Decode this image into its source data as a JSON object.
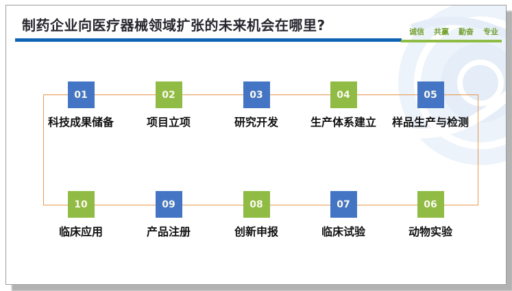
{
  "header": {
    "title": "制药企业向医疗器械领域扩张的未来机会在哪里?",
    "title_color": "#26262e",
    "title_rule_color": "#0e63b5",
    "slogan": {
      "words": [
        "诚信",
        "共赢",
        "勤奋",
        "专业"
      ],
      "text_color": "#74a032",
      "rule_color": "#8fbc45"
    }
  },
  "flow": {
    "connector_color": "#e89549",
    "node_colors": {
      "blue": "#4475c4",
      "green": "#90bb44"
    },
    "number_text_color": "#faf9ee",
    "label_text_color": "#111111",
    "steps": [
      {
        "num": "01",
        "label": "科技成果储备",
        "color": "blue"
      },
      {
        "num": "02",
        "label": "项目立项",
        "color": "green"
      },
      {
        "num": "03",
        "label": "研究开发",
        "color": "blue"
      },
      {
        "num": "04",
        "label": "生产体系建立",
        "color": "green"
      },
      {
        "num": "05",
        "label": "样品生产与检测",
        "color": "blue"
      },
      {
        "num": "06",
        "label": "动物实验",
        "color": "green"
      },
      {
        "num": "07",
        "label": "临床试验",
        "color": "blue"
      },
      {
        "num": "08",
        "label": "创新申报",
        "color": "green"
      },
      {
        "num": "09",
        "label": "产品注册",
        "color": "blue"
      },
      {
        "num": "10",
        "label": "临床应用",
        "color": "green"
      }
    ]
  },
  "watermark": {
    "icon": "globe-watermark",
    "color": "#edf3fa"
  }
}
